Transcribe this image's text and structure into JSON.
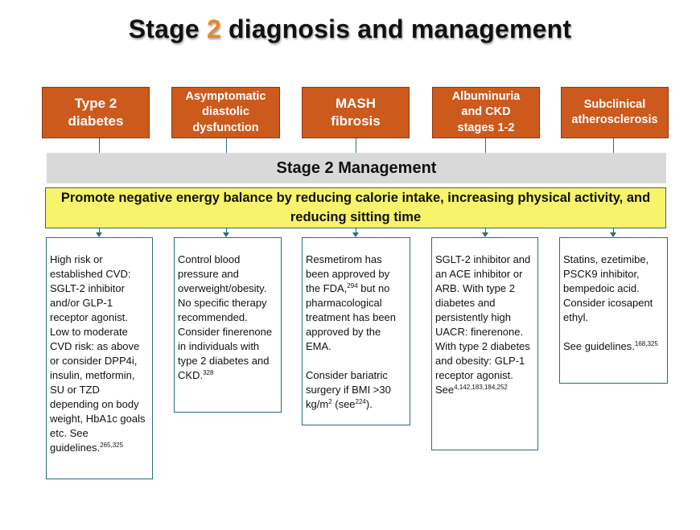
{
  "title": {
    "pre": "Stage ",
    "accent": "2",
    "post": " diagnosis and management"
  },
  "colors": {
    "category_fill": "#cc5a1c",
    "accent": "#e8882a",
    "connector": "#2d6a7a",
    "management_bar": "#d9d9d9",
    "energy_bar": "#f7f36b"
  },
  "categories": [
    {
      "lines": [
        "Type 2",
        "diabetes"
      ]
    },
    {
      "lines": [
        "Asymptomatic",
        "diastolic",
        "dysfunction"
      ]
    },
    {
      "lines": [
        "MASH",
        "fibrosis"
      ]
    },
    {
      "lines": [
        "Albuminuria",
        "and CKD",
        "stages 1-2"
      ]
    },
    {
      "lines": [
        "Subclinical",
        "atherosclerosis"
      ]
    }
  ],
  "management_label": "Stage 2 Management",
  "energy_text": "Promote negative energy balance by reducing calorie intake, increasing physical activity, and reducing sitting time",
  "boxes": [
    {
      "p1_text": "High risk or established CVD: SGLT-2 inhibitor and/or GLP-1 receptor agonist. Low to moderate CVD risk: as above or consider DPP4i, insulin, metformin, SU or TZD depending on body weight, HbA1c goals etc. See guidelines.",
      "p1_sup": "265,325"
    },
    {
      "p1_text": "Control blood pressure and overweight/obesity. No specific therapy recommended. Consider finerenone in individuals with type 2 diabetes and CKD.",
      "p1_sup": "328"
    },
    {
      "p1_a": "Resmetirom has been approved by the FDA,",
      "p1_sup": "294",
      "p1_b": " but no pharmacological treatment has been approved by the EMA.",
      "p2_a": "Consider bariatric surgery if BMI >30 kg/m",
      "p2_sup1": "2",
      "p2_b": " (see",
      "p2_sup2": "224",
      "p2_c": ")."
    },
    {
      "p1_text": "SGLT-2 inhibitor and an ACE inhibitor or ARB. With type 2 diabetes and persistently high UACR: finerenone. With type 2 diabetes and obesity: GLP-1 receptor agonist. See",
      "p1_sup": "4,142,183,184,252"
    },
    {
      "p1_text": "Statins, ezetimibe, PSCK9 inhibitor, bempedoic acid. Consider icosapent ethyl.",
      "p2_text": "See guidelines.",
      "p2_sup": "168,325"
    }
  ]
}
